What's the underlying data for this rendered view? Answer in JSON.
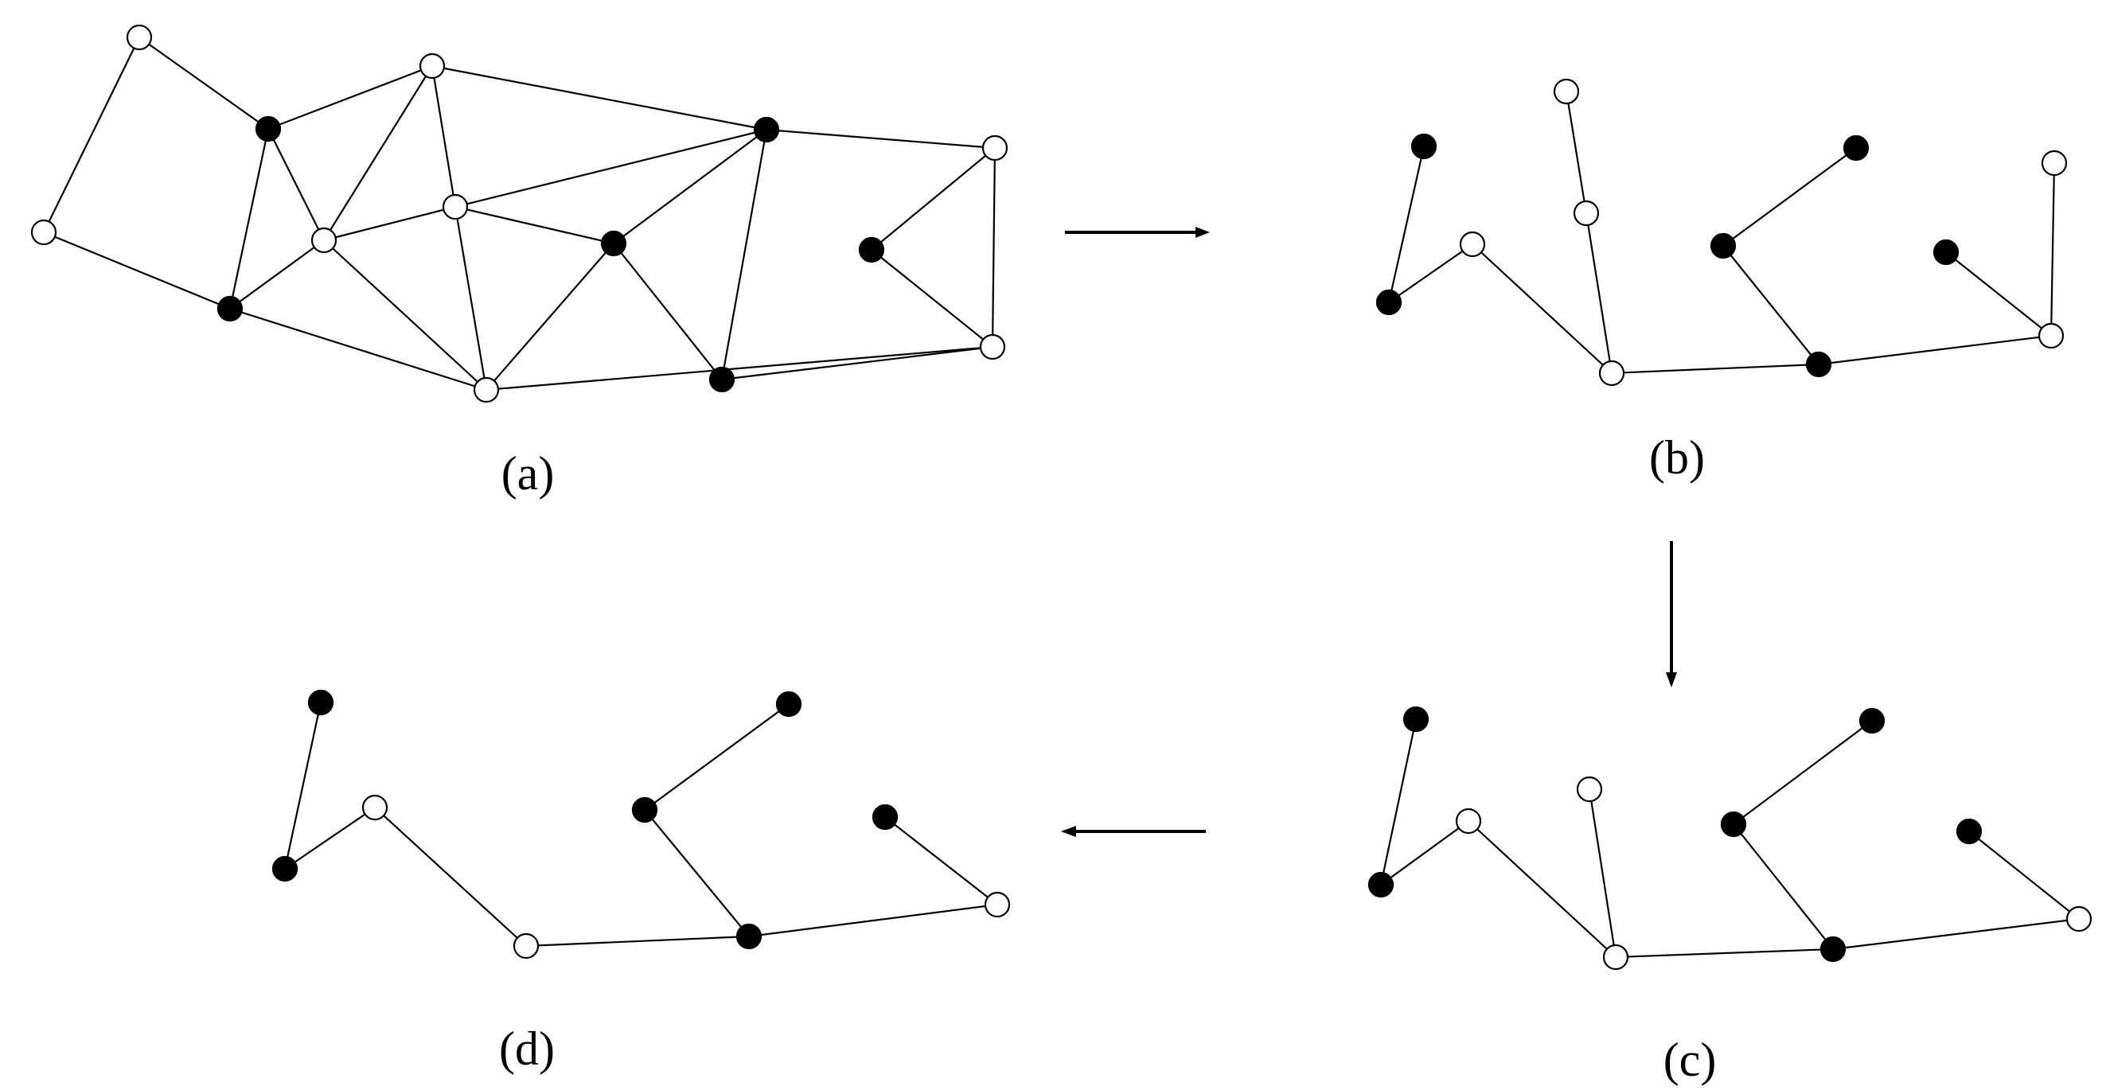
{
  "captions": {
    "a": "(a)",
    "b": "(b)",
    "c": "(c)",
    "d": "(d)"
  },
  "colors": {
    "stroke": "#000000",
    "white_node": "#ffffff",
    "black_node": "#000000",
    "background": "#ffffff"
  },
  "panels": {
    "a": {
      "nodes": [
        {
          "id": "a1",
          "fill": "white"
        },
        {
          "id": "a2",
          "fill": "white"
        },
        {
          "id": "a3",
          "fill": "black"
        },
        {
          "id": "a4",
          "fill": "white"
        },
        {
          "id": "a5",
          "fill": "white"
        },
        {
          "id": "a6",
          "fill": "black"
        },
        {
          "id": "a7",
          "fill": "white"
        },
        {
          "id": "a8",
          "fill": "white"
        },
        {
          "id": "a9",
          "fill": "black"
        },
        {
          "id": "a10",
          "fill": "black"
        },
        {
          "id": "a11",
          "fill": "black"
        },
        {
          "id": "a12",
          "fill": "white"
        },
        {
          "id": "a13",
          "fill": "black"
        },
        {
          "id": "a14",
          "fill": "white"
        }
      ],
      "edges": [
        [
          "a1",
          "a2"
        ],
        [
          "a1",
          "a3"
        ],
        [
          "a2",
          "a6"
        ],
        [
          "a3",
          "a4"
        ],
        [
          "a3",
          "a5"
        ],
        [
          "a3",
          "a6"
        ],
        [
          "a4",
          "a5"
        ],
        [
          "a4",
          "a7"
        ],
        [
          "a4",
          "a10"
        ],
        [
          "a5",
          "a6"
        ],
        [
          "a5",
          "a7"
        ],
        [
          "a5",
          "a8"
        ],
        [
          "a6",
          "a8"
        ],
        [
          "a7",
          "a8"
        ],
        [
          "a7",
          "a9"
        ],
        [
          "a7",
          "a10"
        ],
        [
          "a8",
          "a9"
        ],
        [
          "a9",
          "a10"
        ],
        [
          "a9",
          "a11"
        ],
        [
          "a10",
          "a11"
        ],
        [
          "a10",
          "a12"
        ],
        [
          "a8",
          "a14"
        ],
        [
          "a11",
          "a14"
        ],
        [
          "a12",
          "a13"
        ],
        [
          "a12",
          "a14"
        ],
        [
          "a13",
          "a14"
        ]
      ]
    },
    "b": {
      "nodes": [
        {
          "id": "b1",
          "fill": "black"
        },
        {
          "id": "b2",
          "fill": "black"
        },
        {
          "id": "b3",
          "fill": "white"
        },
        {
          "id": "b4",
          "fill": "white"
        },
        {
          "id": "b5",
          "fill": "white"
        },
        {
          "id": "b6",
          "fill": "white"
        },
        {
          "id": "b7",
          "fill": "black"
        },
        {
          "id": "b8",
          "fill": "black"
        },
        {
          "id": "b9",
          "fill": "black"
        },
        {
          "id": "b10",
          "fill": "black"
        },
        {
          "id": "b11",
          "fill": "white"
        },
        {
          "id": "b12",
          "fill": "white"
        }
      ],
      "edges": [
        [
          "b1",
          "b2"
        ],
        [
          "b2",
          "b3"
        ],
        [
          "b3",
          "b6"
        ],
        [
          "b4",
          "b5"
        ],
        [
          "b5",
          "b6"
        ],
        [
          "b6",
          "b9"
        ],
        [
          "b7",
          "b8"
        ],
        [
          "b8",
          "b9"
        ],
        [
          "b9",
          "b12"
        ],
        [
          "b10",
          "b12"
        ],
        [
          "b11",
          "b12"
        ]
      ]
    },
    "c": {
      "nodes": [
        {
          "id": "c1",
          "fill": "black"
        },
        {
          "id": "c2",
          "fill": "black"
        },
        {
          "id": "c3",
          "fill": "white"
        },
        {
          "id": "c4",
          "fill": "white"
        },
        {
          "id": "c5",
          "fill": "white"
        },
        {
          "id": "c6",
          "fill": "black"
        },
        {
          "id": "c7",
          "fill": "black"
        },
        {
          "id": "c8",
          "fill": "black"
        },
        {
          "id": "c9",
          "fill": "black"
        },
        {
          "id": "c10",
          "fill": "white"
        }
      ],
      "edges": [
        [
          "c1",
          "c2"
        ],
        [
          "c2",
          "c3"
        ],
        [
          "c3",
          "c5"
        ],
        [
          "c4",
          "c5"
        ],
        [
          "c5",
          "c8"
        ],
        [
          "c6",
          "c7"
        ],
        [
          "c7",
          "c8"
        ],
        [
          "c8",
          "c10"
        ],
        [
          "c9",
          "c10"
        ]
      ]
    },
    "d": {
      "nodes": [
        {
          "id": "d1",
          "fill": "black"
        },
        {
          "id": "d2",
          "fill": "black"
        },
        {
          "id": "d3",
          "fill": "white"
        },
        {
          "id": "d4",
          "fill": "white"
        },
        {
          "id": "d5",
          "fill": "black"
        },
        {
          "id": "d6",
          "fill": "black"
        },
        {
          "id": "d7",
          "fill": "black"
        },
        {
          "id": "d8",
          "fill": "black"
        },
        {
          "id": "d9",
          "fill": "white"
        }
      ],
      "edges": [
        [
          "d1",
          "d2"
        ],
        [
          "d2",
          "d3"
        ],
        [
          "d3",
          "d4"
        ],
        [
          "d4",
          "d7"
        ],
        [
          "d5",
          "d6"
        ],
        [
          "d6",
          "d7"
        ],
        [
          "d7",
          "d9"
        ],
        [
          "d8",
          "d9"
        ]
      ]
    }
  },
  "arrows": [
    {
      "id": "a-to-b",
      "direction": "right"
    },
    {
      "id": "b-to-c",
      "direction": "down"
    },
    {
      "id": "c-to-d",
      "direction": "left"
    }
  ]
}
